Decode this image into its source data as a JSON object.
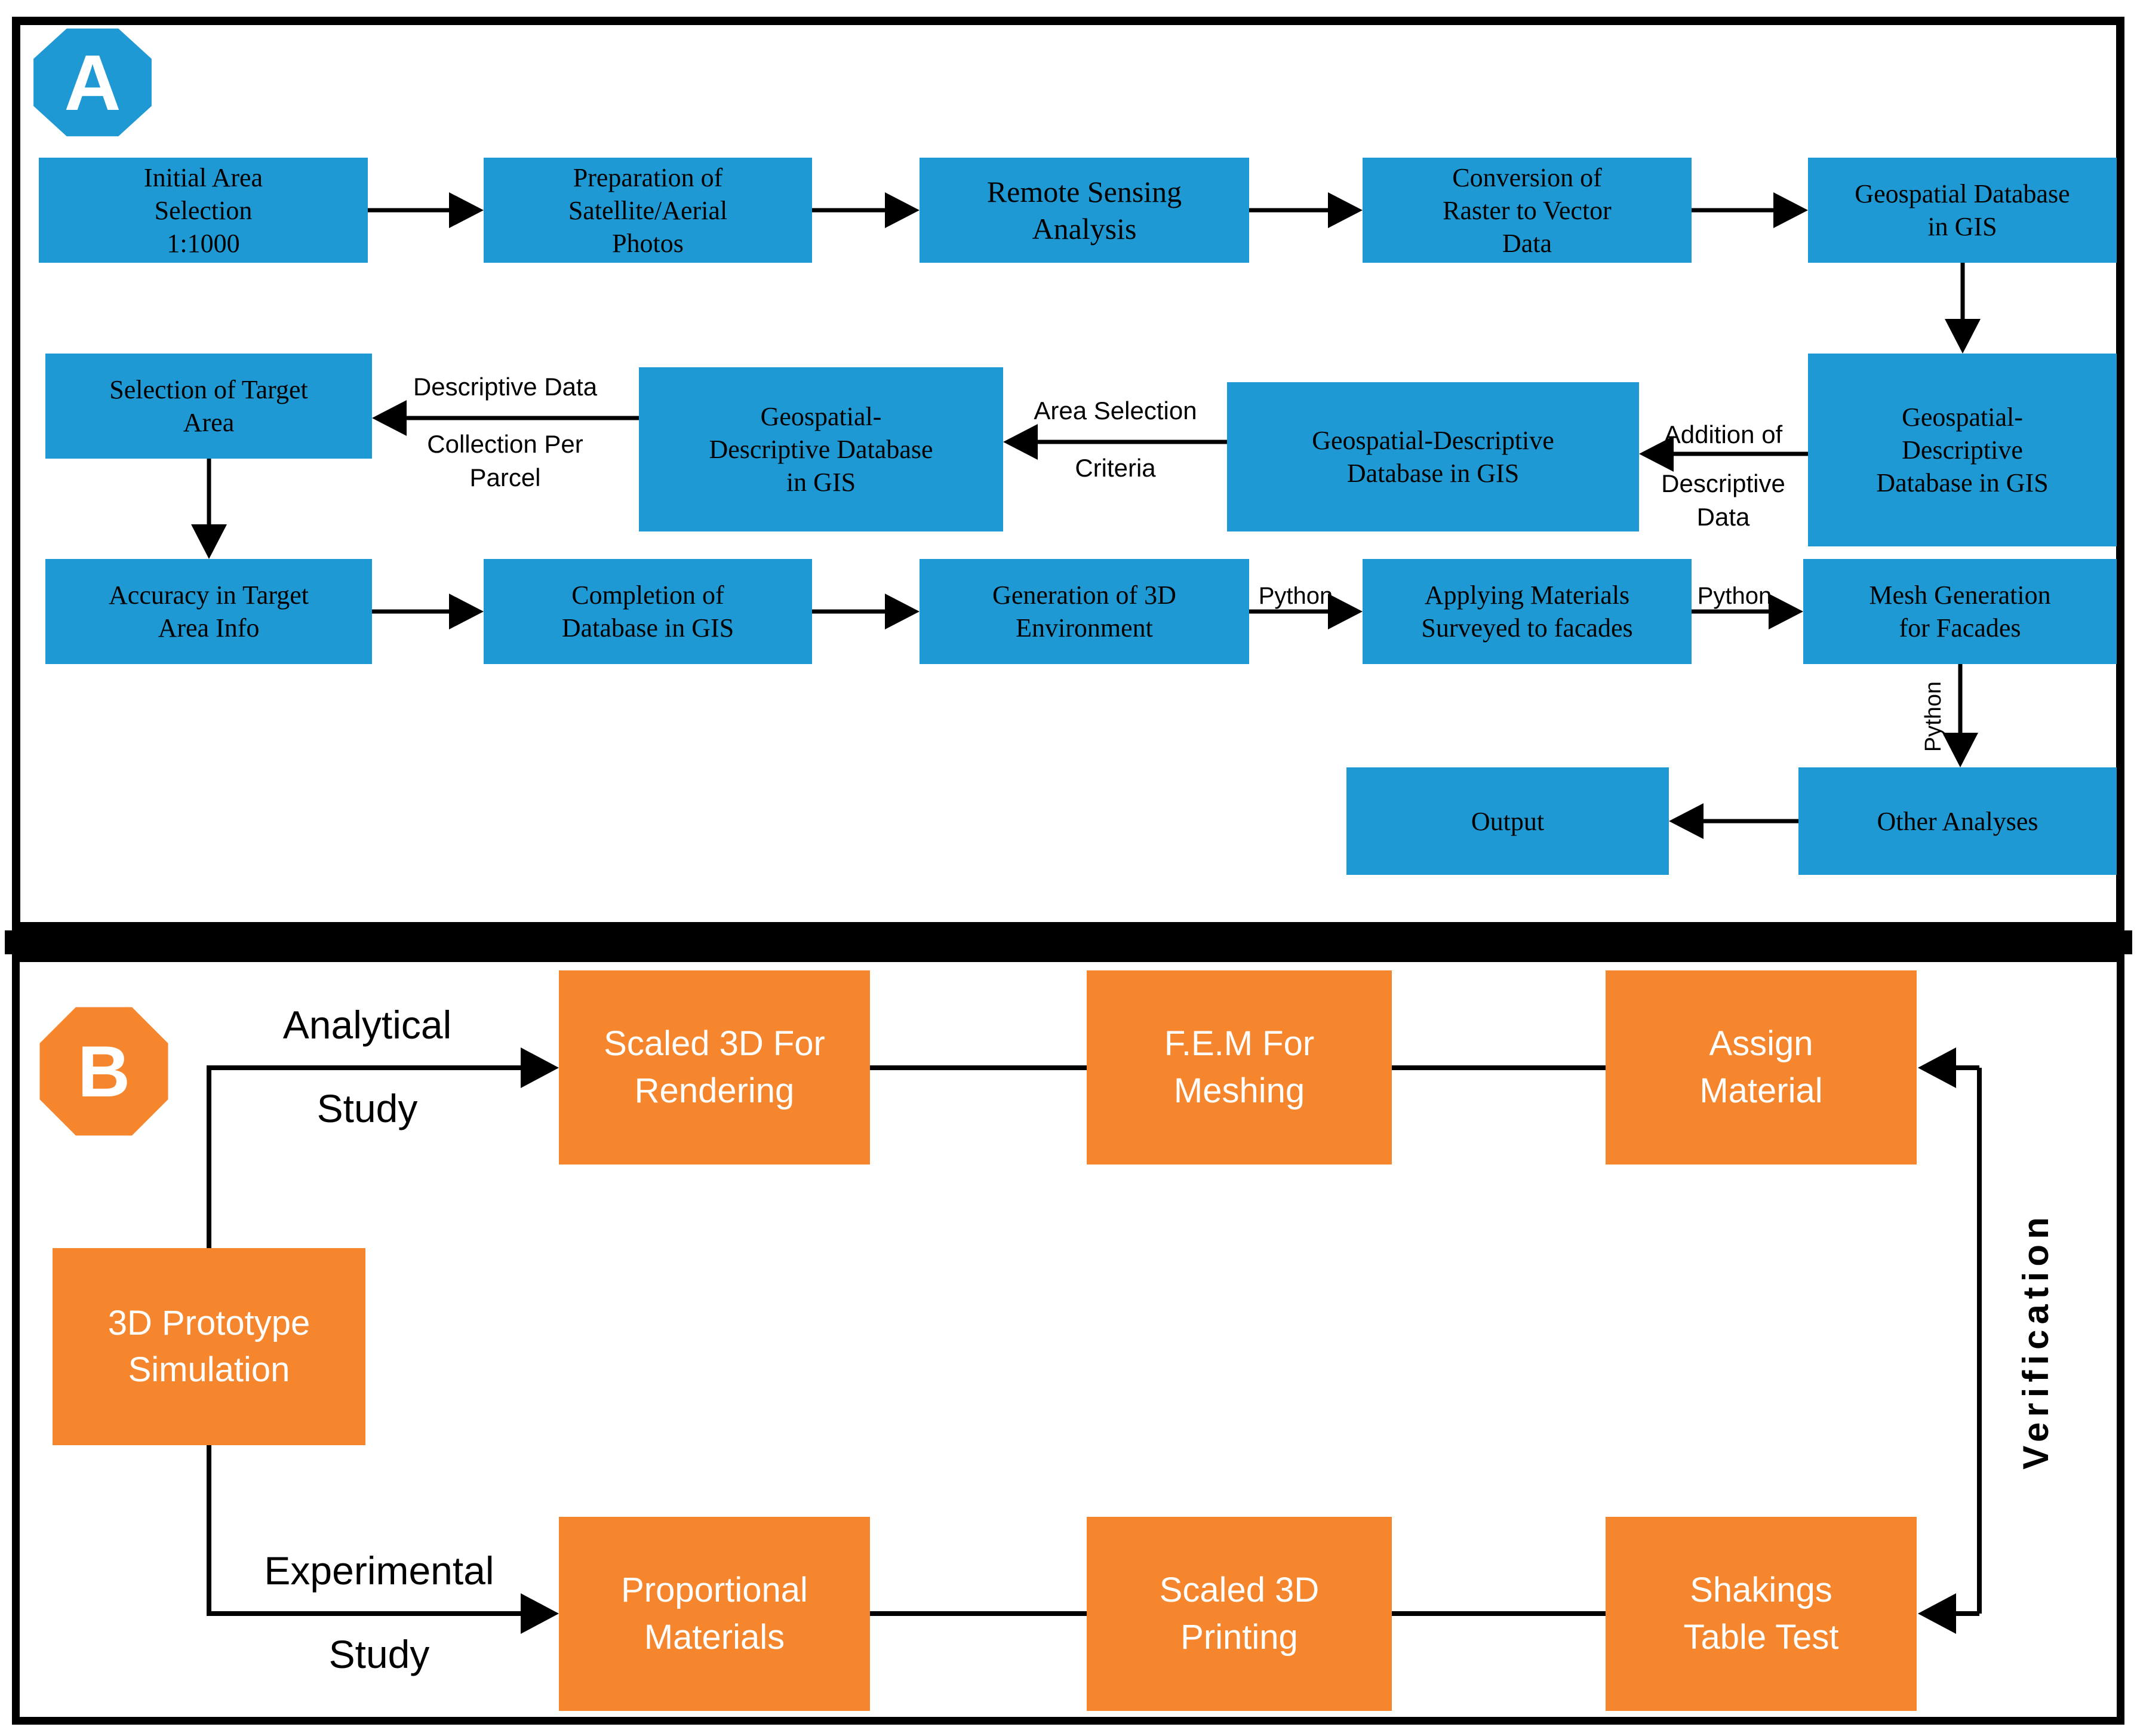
{
  "colors": {
    "box_blue": "#1E99D4",
    "box_orange": "#F6862D",
    "line_black": "#000000"
  },
  "panel_a": {
    "badge": "A",
    "boxes": {
      "initial_area": "Initial Area\nSelection\n1:1000",
      "preparation_photos": "Preparation of\nSatellite/Aerial\nPhotos",
      "remote_sensing": "Remote Sensing\nAnalysis",
      "raster_to_vector": "Conversion of\nRaster to Vector\nData",
      "geospatial_db": "Geospatial Database\nin GIS",
      "geo_desc_db_right": "Geospatial-\nDescriptive\nDatabase in GIS",
      "geo_desc_db_mid": "Geospatial-Descriptive\nDatabase in GIS",
      "geo_desc_db_left": "Geospatial-\nDescriptive Database\nin GIS",
      "selection_target": "Selection of Target\nArea",
      "accuracy_target": "Accuracy in Target\nArea Info",
      "completion_db": "Completion of\nDatabase in GIS",
      "generation_3d": "Generation of 3D\nEnvironment",
      "applying_materials": "Applying Materials\nSurveyed to facades",
      "mesh_generation": "Mesh Generation\nfor Facades",
      "output": "Output",
      "other_analyses": "Other Analyses"
    },
    "edge_labels": {
      "addition_top": "Addition of",
      "addition_bottom": "Descriptive\nData",
      "area_top": "Area Selection",
      "area_bottom": "Criteria",
      "descriptive_top": "Descriptive Data",
      "descriptive_bottom": "Collection Per\nParcel",
      "python_1": "Python",
      "python_2": "Python",
      "python_3": "Python"
    }
  },
  "panel_b": {
    "badge": "B",
    "branch_labels": {
      "analytical": "Analytical\nStudy",
      "experimental": "Experimental\nStudy"
    },
    "boxes": {
      "scaled_3d_rendering": "Scaled 3D For\nRendering",
      "fem_meshing": "F.E.M For\nMeshing",
      "assign_material": "Assign\nMaterial",
      "prototype_simulation": "3D Prototype\nSimulation",
      "proportional_materials": "Proportional\nMaterials",
      "scaled_3d_printing": "Scaled 3D\nPrinting",
      "shakings_table": "Shakings\nTable Test"
    },
    "verification": "Verification"
  }
}
